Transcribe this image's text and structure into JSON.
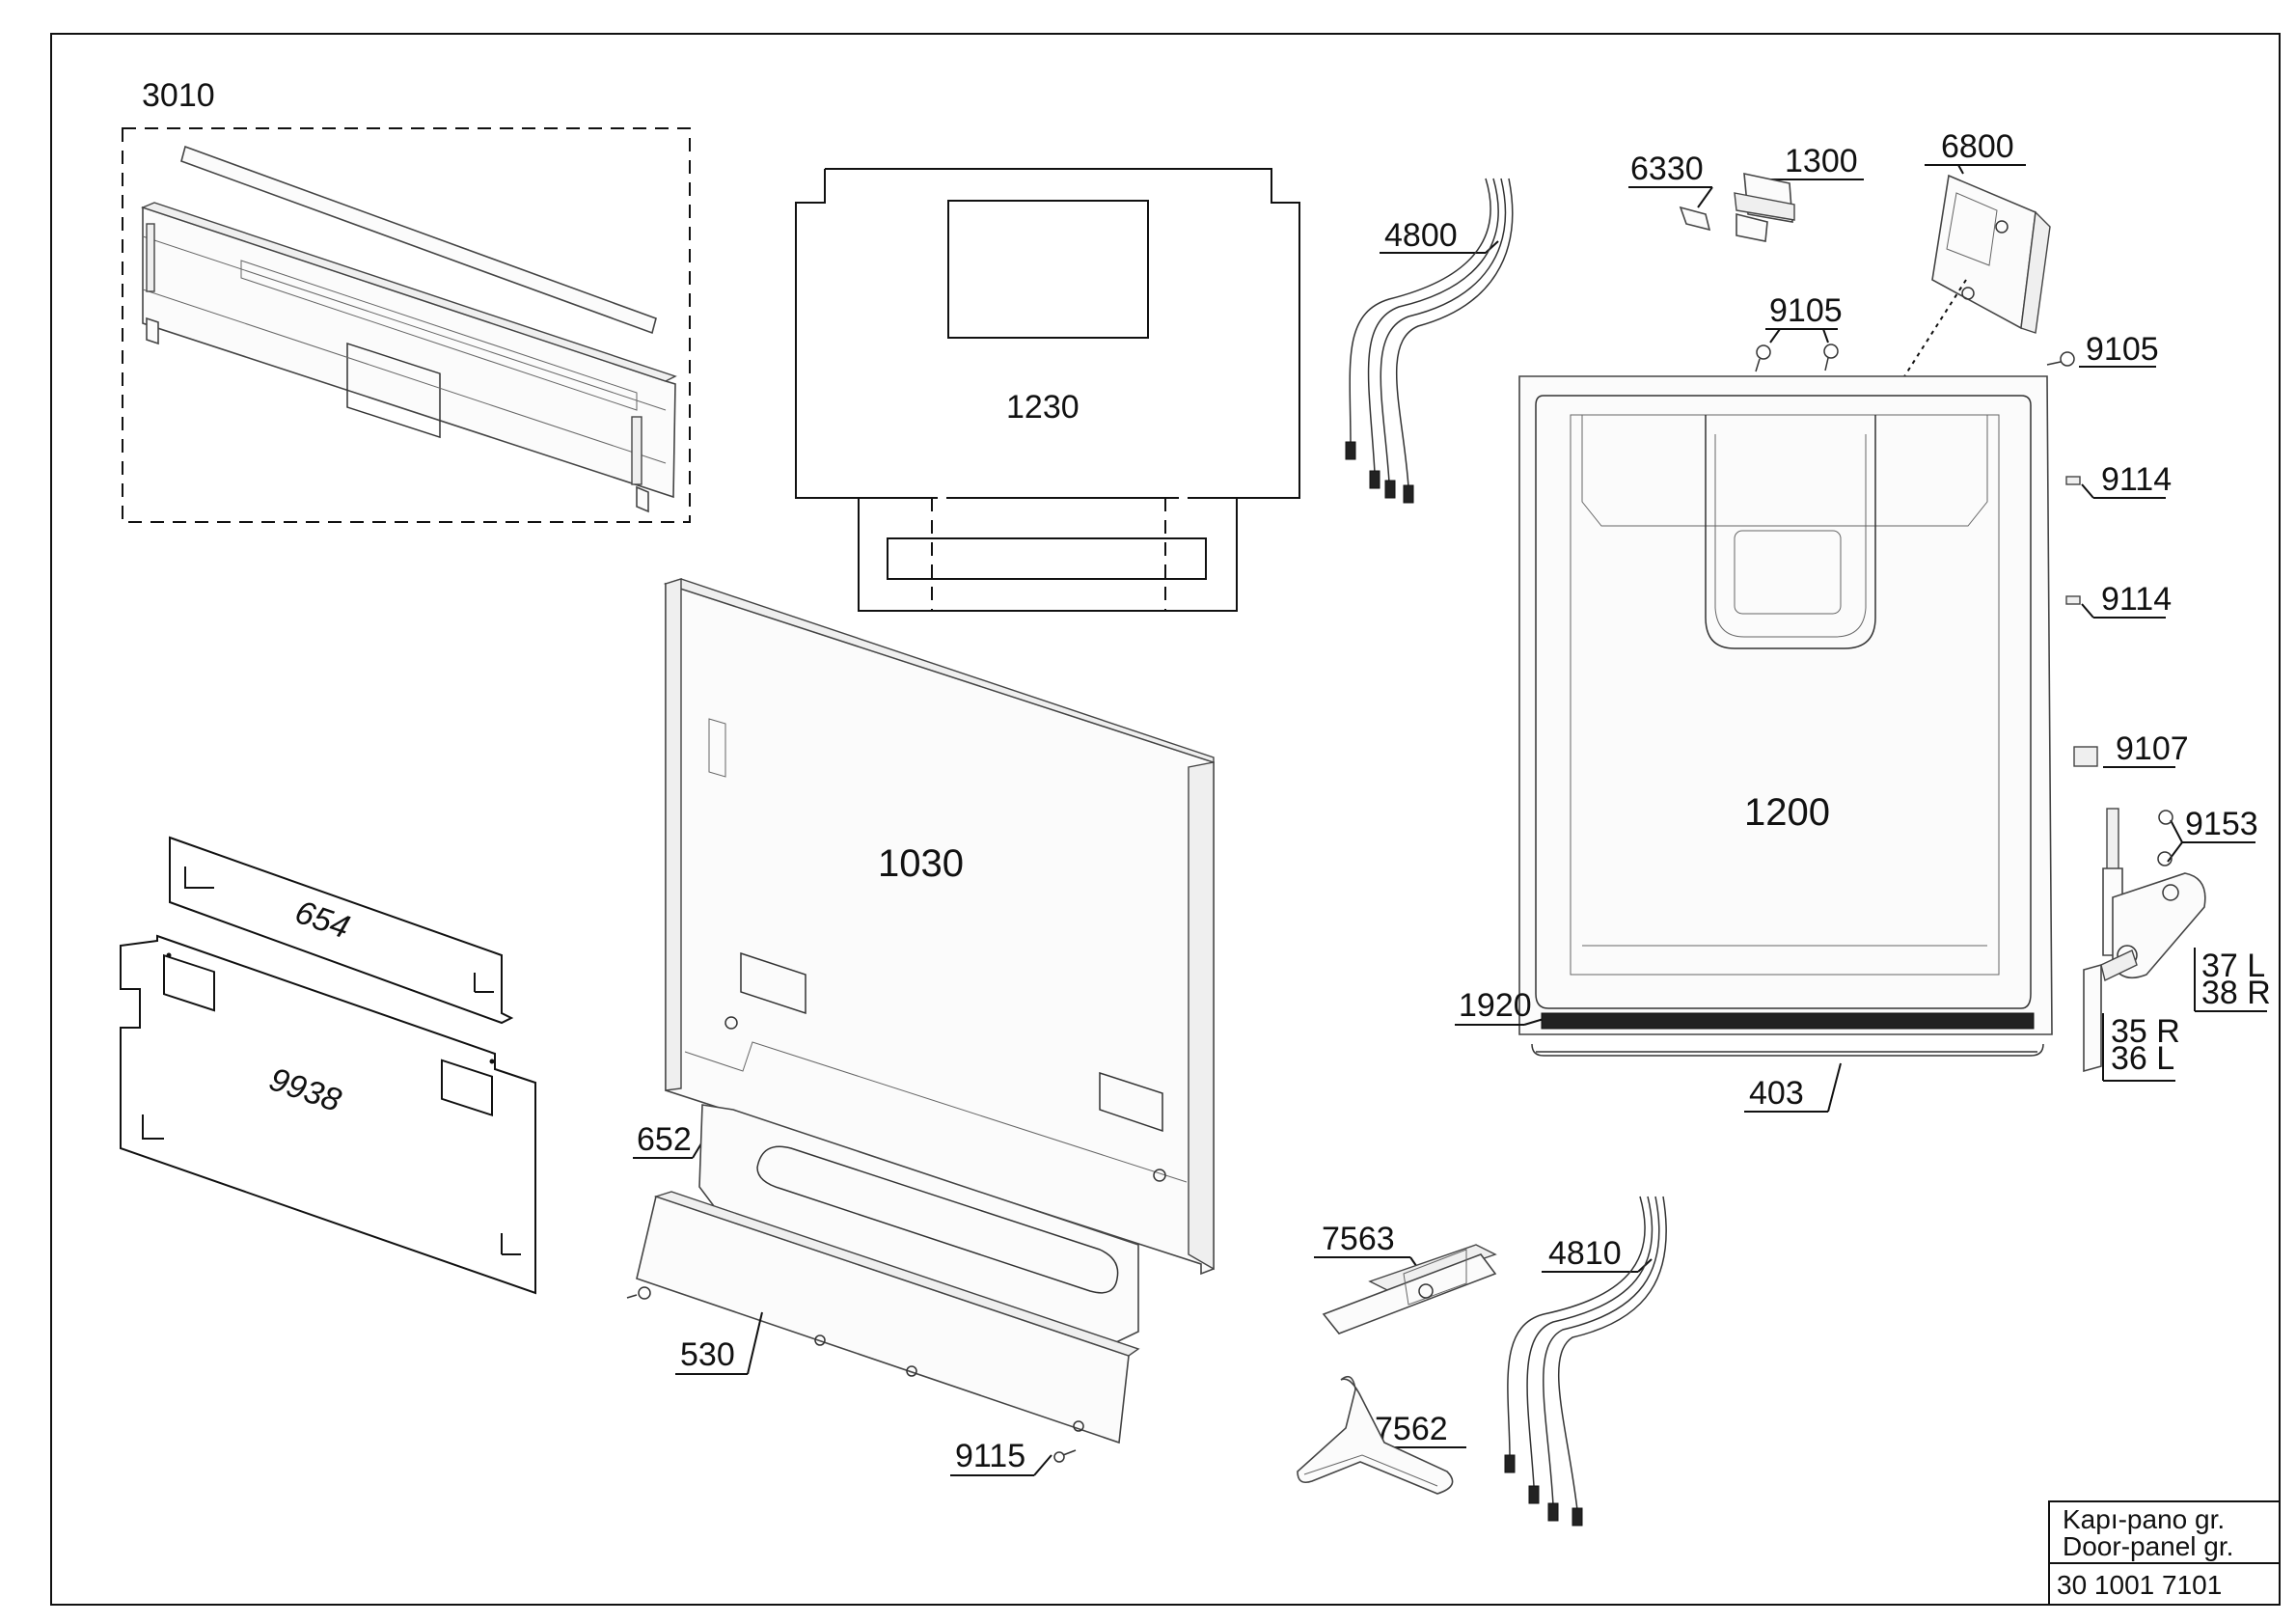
{
  "diagram": {
    "labels": {
      "p3010": "3010",
      "p1230": "1230",
      "p4800": "4800",
      "p6330": "6330",
      "p1300": "1300",
      "p6800": "6800",
      "p9105a": "9105",
      "p9105b": "9105",
      "p9114a": "9114",
      "p9114b": "9114",
      "p9107": "9107",
      "p9153": "9153",
      "p1200": "1200",
      "p1030": "1030",
      "p654": "654",
      "p9938": "9938",
      "p652": "652",
      "p530": "530",
      "p9115": "9115",
      "p1920": "1920",
      "p403": "403",
      "p37L": "37 L",
      "p38R": "38 R",
      "p35R": "35 R",
      "p36L": "36 L",
      "p7563": "7563",
      "p7562": "7562",
      "p4810": "4810"
    },
    "title_block": {
      "line1": "Kapı-pano gr.",
      "line2": "Door-panel gr.",
      "code": "30 1001 7101"
    }
  }
}
